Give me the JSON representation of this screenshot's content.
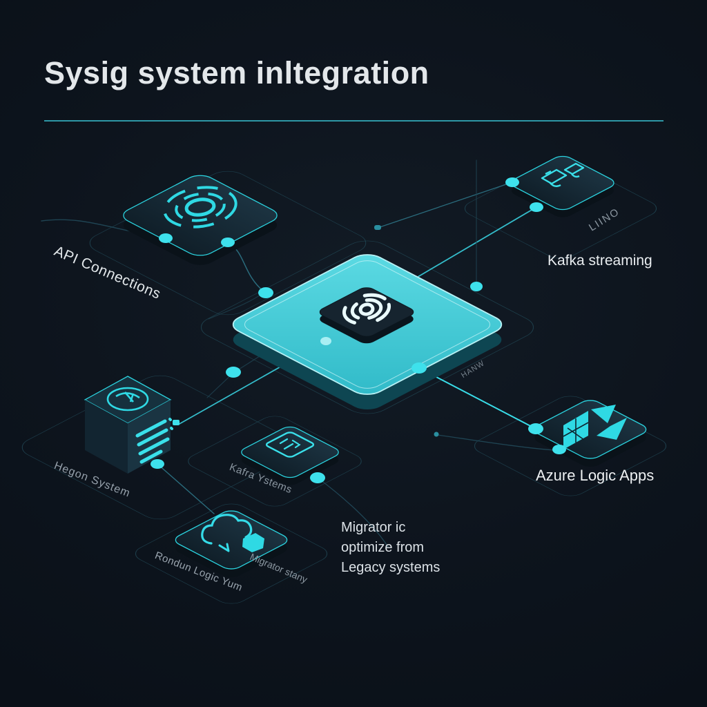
{
  "title": "Sysig system inltegration",
  "colors": {
    "background": "#0d141d",
    "accent": "#2fd9e4",
    "accent_bright": "#3ee1ec",
    "hub_tile": "#45ccd6",
    "underline": "#2e98a6",
    "text_primary": "#e6eaed",
    "text_muted": "#95a0aa"
  },
  "nodes": {
    "api": {
      "label": "API Connections",
      "icon": "dashed-circles-icon"
    },
    "kafka": {
      "label": "Kafka streaming",
      "tag": "LIINO",
      "icon": "message-queue-icon"
    },
    "hub": {
      "tag": "HANW",
      "icon": "signal-spiral-icon"
    },
    "hegon": {
      "label": "Hegon System",
      "icon": "globe-server-icon"
    },
    "kafra": {
      "label": "Kafra Ystems",
      "icon": "code-box-icon"
    },
    "rondun": {
      "label": "Rondun Logic Yum",
      "tag": "Migrator stany",
      "icon": "cloud-data-icon"
    },
    "azure": {
      "label": "Azure Logic Apps",
      "icon": "faceted-diamond-icon"
    }
  },
  "note": {
    "lines": [
      "Migrator ic",
      "optimize from",
      "Legacy systems"
    ]
  }
}
